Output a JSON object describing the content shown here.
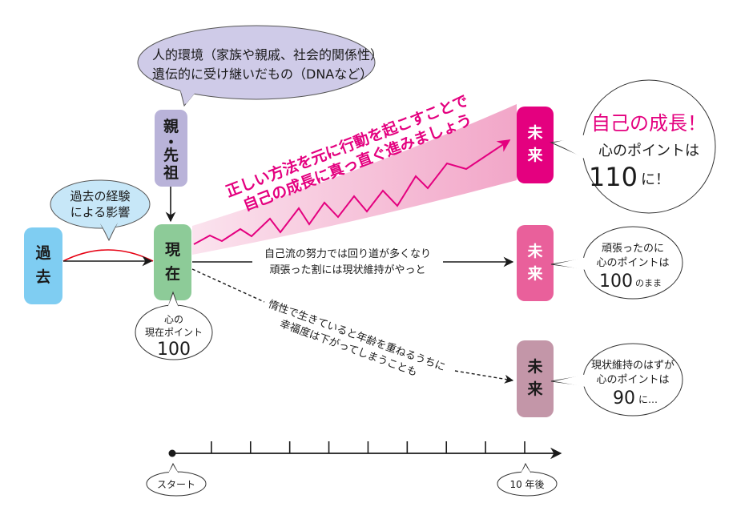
{
  "colors": {
    "past": "#7fcdf2",
    "present": "#8dcb98",
    "ancestors": "#b9b3d9",
    "ancestors_bubble": "#cfcbe8",
    "experience_bubble": "#c7e7f8",
    "future_growth": "#e4007f",
    "future_same": "#e9609b",
    "future_decline": "#c396a8",
    "growth_band": "#f3a9cb",
    "growth_line": "#e4007f",
    "influence_arc": "#e60012",
    "text": "#1a1a1a"
  },
  "nodes": {
    "past": {
      "line1": "過",
      "line2": "去"
    },
    "present": {
      "line1": "現",
      "line2": "在"
    },
    "ancestors": {
      "line1": "親",
      "line2": "・",
      "line3": "先",
      "line4": "祖"
    },
    "future_growth": {
      "line1": "未",
      "line2": "来"
    },
    "future_same": {
      "line1": "未",
      "line2": "来"
    },
    "future_decline": {
      "line1": "未",
      "line2": "来"
    }
  },
  "bubbles": {
    "ancestors_influence": {
      "line1": "人的環境（家族や親戚、社会的関係性）",
      "line2": "遺伝的に受け継いだもの（DNAなど）"
    },
    "past_experience": {
      "line1": "過去の経験",
      "line2": "による影響"
    },
    "present_points": {
      "line1": "心の",
      "line2": "現在ポイント",
      "value": "100"
    },
    "growth_result": {
      "headline": "自己の成長！",
      "line2": "心のポイントは",
      "value": "110",
      "suffix": "に！"
    },
    "same_result": {
      "line1": "頑張ったのに",
      "line2": "心のポイントは",
      "value": "100",
      "suffix": "のまま"
    },
    "decline_result": {
      "line1": "現状維持のはずが",
      "line2": "心のポイントは",
      "value": "90",
      "suffix": "に…"
    }
  },
  "paths": {
    "growth": {
      "line1": "正しい方法を元に行動を起こすことで",
      "line2": "自己の成長に真っ直ぐ進みましょう"
    },
    "same": {
      "line1": "自己流の努力では回り道が多くなり",
      "line2": "頑張った割には現状維持がやっと"
    },
    "decline": {
      "line1": "惰性で生きていると年齢を重ねるうちに",
      "line2": "幸福度は下がってしまうことも"
    }
  },
  "timeline": {
    "start_label": "スタート",
    "end_label": "10 年後",
    "tick_count": 9
  }
}
